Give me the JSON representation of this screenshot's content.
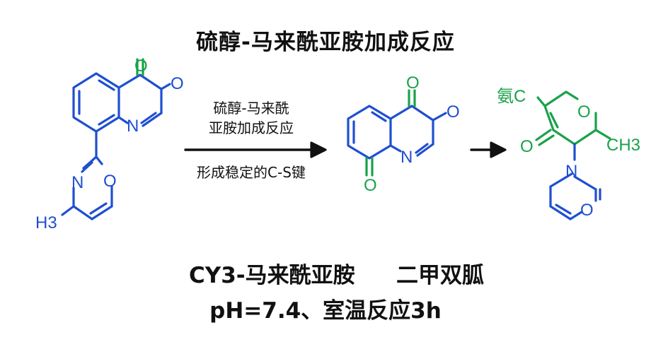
{
  "title": "硫醇-马来酰亚胺加成反应",
  "conditions": {
    "line1": "硫醇-马来酰",
    "line2": "亚胺加成反应",
    "line3": "形成稳定的C-S键"
  },
  "captions": {
    "reactant_name": "CY3-马来酰亚胺",
    "product_name": "二甲双胍",
    "reaction_conditions": "pH=7.4、室温反应3h"
  },
  "atoms": {
    "o": "O",
    "n": "N",
    "h3": "H3",
    "c": "C",
    "ch3": "CH3",
    "amino_c": "氨C"
  },
  "colors": {
    "blue": "#1f4fd1",
    "green": "#1aa24a",
    "black": "#111111"
  }
}
